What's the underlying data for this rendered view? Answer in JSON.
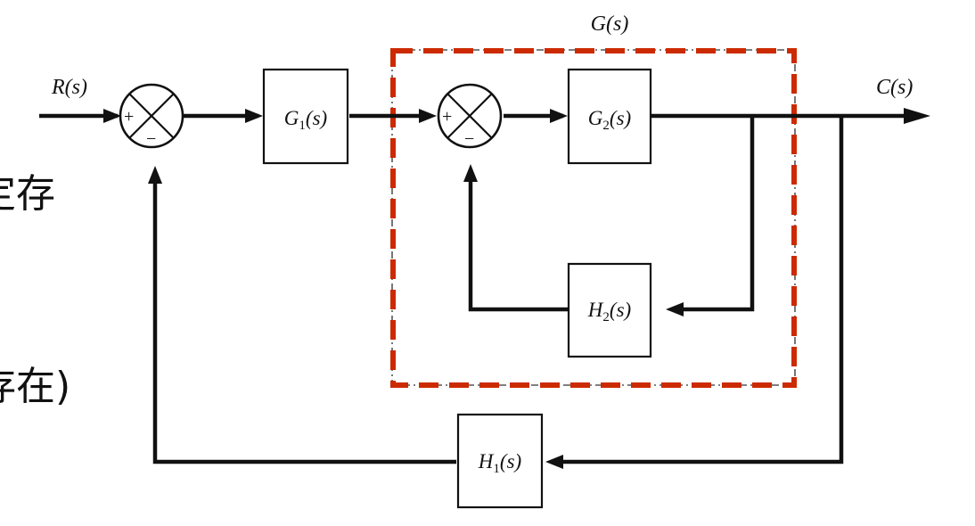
{
  "labels": {
    "input": "R(s)",
    "output": "C(s)",
    "group": "G(s)"
  },
  "blocks": {
    "g1": "G",
    "g1_sub": "1",
    "g2": "G",
    "g2_sub": "2",
    "h2": "H",
    "h2_sub": "2",
    "h1": "H",
    "h1_sub": "1",
    "arg": "(s)"
  },
  "signs": {
    "plus": "+",
    "minus": "−"
  },
  "overlay_text": {
    "fragment_1": "定存",
    "fragment_2": "存在)"
  },
  "colors": {
    "highlight_box": "#cc2a00",
    "thin_box": "#555555",
    "lines": "#111111"
  }
}
